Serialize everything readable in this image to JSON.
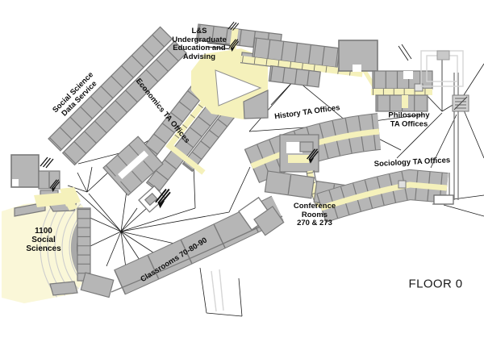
{
  "floor_label": "FLOOR 0",
  "areas": {
    "social_science_data_service": {
      "lines": [
        "Social Science",
        "Data Service"
      ]
    },
    "ls_advising": {
      "lines": [
        "L&S",
        "Undergraduate",
        "Education and",
        "Advising"
      ]
    },
    "economics": {
      "label": "Economics TA Offices"
    },
    "history": {
      "label": "History TA Offices"
    },
    "philosophy": {
      "lines": [
        "Philosophy",
        "TA Offices"
      ]
    },
    "sociology": {
      "label": "Sociology TA Offices"
    },
    "conference": {
      "lines": [
        "Conference",
        "Rooms",
        "270 & 273"
      ]
    },
    "lecture_hall": {
      "lines": [
        "1100",
        "Social",
        "Sciences"
      ]
    },
    "classrooms": {
      "label": "Classrooms 70-80-90"
    }
  },
  "colors": {
    "room": "#b6b6b6",
    "wall": "#7a7a7a",
    "cor": "#f5f1bb",
    "hall": "#faf7d8",
    "line": "#1c1c1c"
  }
}
